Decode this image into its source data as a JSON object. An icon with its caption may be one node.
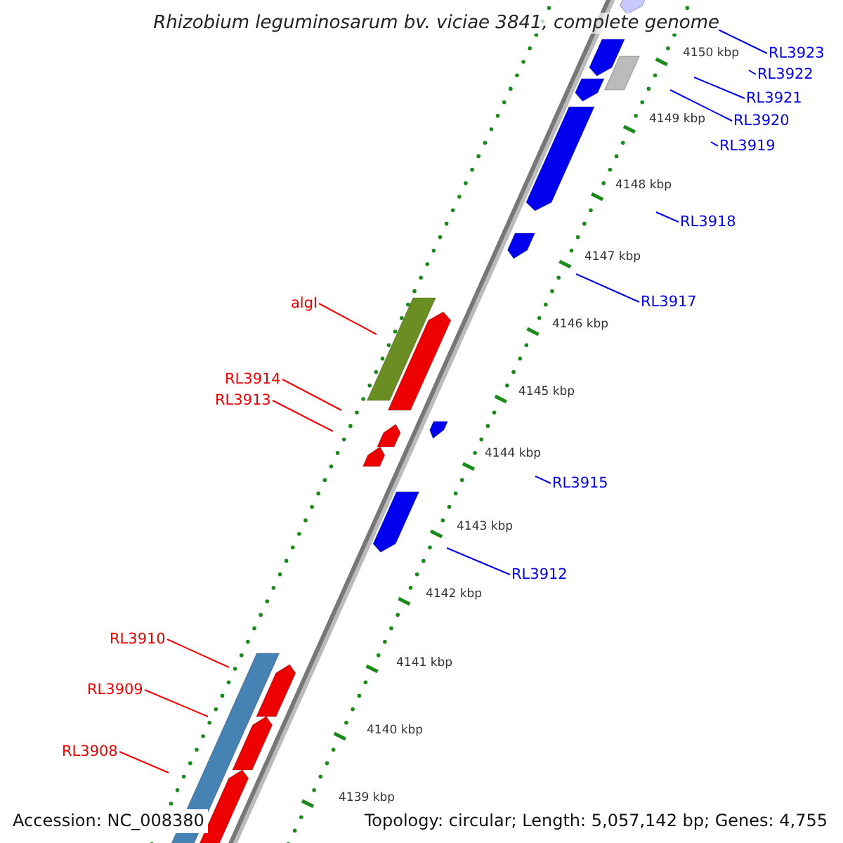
{
  "diagram": {
    "title": "Rhizobium leguminosarum bv. viciae 3841, complete genome",
    "nodes": [
      {
        "text": [
          "RL3923"
        ]
      },
      {
        "text": [
          "RL3922"
        ]
      },
      {
        "text": [
          "RL3921"
        ]
      },
      {
        "text": [
          "RL3920"
        ]
      },
      {
        "text": [
          "RL3919"
        ]
      },
      {
        "text": [
          "RL3918"
        ]
      },
      {
        "text": [
          "RL3917"
        ]
      },
      {
        "text": [
          "algI"
        ]
      },
      {
        "text": [
          "RL3914"
        ]
      },
      {
        "text": [
          "RL3913"
        ]
      },
      {
        "text": [
          "RL3915"
        ]
      },
      {
        "text": [
          "RL3912"
        ]
      },
      {
        "text": [
          "RL3910"
        ]
      },
      {
        "text": [
          "RL3909"
        ]
      },
      {
        "text": [
          "RL3908"
        ]
      }
    ],
    "edges": [
      {
        "from": 0,
        "to": null,
        "arrow": "none"
      },
      {
        "from": 1,
        "to": null,
        "arrow": "none"
      },
      {
        "from": 2,
        "to": null,
        "arrow": "none"
      },
      {
        "from": 3,
        "to": null,
        "arrow": "none"
      },
      {
        "from": 4,
        "to": null,
        "arrow": "none"
      },
      {
        "from": 5,
        "to": null,
        "arrow": "none"
      },
      {
        "from": 6,
        "to": null,
        "arrow": "none"
      },
      {
        "from": 7,
        "to": null,
        "arrow": "none",
        "color": "#ff0000"
      },
      {
        "from": 8,
        "to": null,
        "arrow": "none",
        "color": "#ff0000"
      },
      {
        "from": 9,
        "to": null,
        "arrow": "none",
        "color": "#ff0000"
      },
      {
        "from": 10,
        "to": null,
        "arrow": "none"
      },
      {
        "from": 11,
        "to": null,
        "arrow": "none"
      },
      {
        "from": 12,
        "to": null,
        "arrow": "none",
        "color": "#ff0000"
      },
      {
        "from": 13,
        "to": null,
        "arrow": "none",
        "color": "#ff0000"
      },
      {
        "from": 14,
        "to": null,
        "arrow": "none",
        "color": "#ff0000"
      }
    ],
    "labels": [
      "4150 kbp",
      "4149 kbp",
      "4148 kbp",
      "4147 kbp",
      "4146 kbp",
      "4145 kbp",
      "4144 kbp",
      "4143 kbp",
      "4142 kbp",
      "4141 kbp",
      "4140 kbp",
      "4139 kbp",
      "Accession: NC_008380",
      "Topology: circular; Length: 5,057,142 bp; Genes: 4,755"
    ]
  }
}
